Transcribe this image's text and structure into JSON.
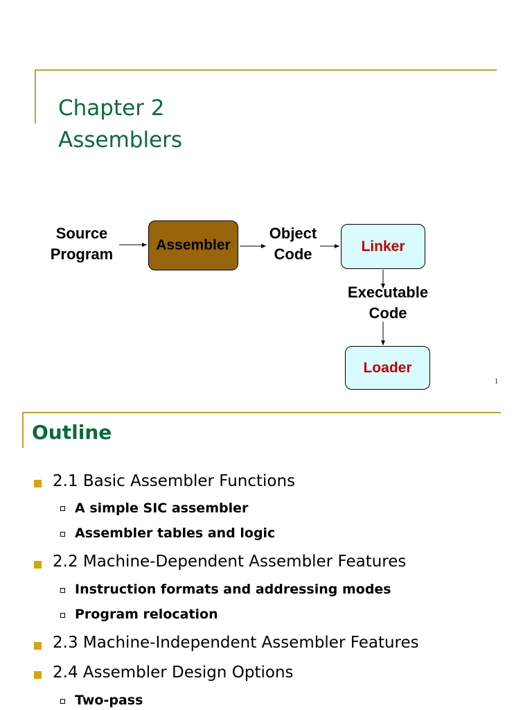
{
  "slide1": {
    "title_line1": "Chapter 2",
    "title_line2": "Assemblers",
    "diagram": {
      "source_line1": "Source",
      "source_line2": "Program",
      "assembler": "Assembler",
      "object_line1": "Object",
      "object_line2": "Code",
      "linker": "Linker",
      "exec_line1": "Executable",
      "exec_line2": "Code",
      "loader": "Loader"
    },
    "page_number": "1"
  },
  "slide2": {
    "title": "Outline",
    "items": [
      {
        "label": "2.1 Basic Assembler Functions",
        "subitems": [
          "A simple SIC assembler",
          "Assembler tables and logic"
        ]
      },
      {
        "label": "2.2 Machine-Dependent Assembler Features",
        "subitems": [
          "Instruction formats and addressing modes",
          "Program relocation"
        ]
      },
      {
        "label": "2.3 Machine-Independent Assembler Features",
        "subitems": []
      },
      {
        "label": "2.4 Assembler Design Options",
        "subitems": [
          "Two-pass"
        ]
      }
    ]
  },
  "colors": {
    "title_green": "#0a6b3a",
    "frame_gold": "#c8a02a",
    "bullet_gold": "#d7a400",
    "assembler_fill": "#99650a",
    "linker_fill": "#d9fbfd",
    "linker_text": "#c00000"
  }
}
